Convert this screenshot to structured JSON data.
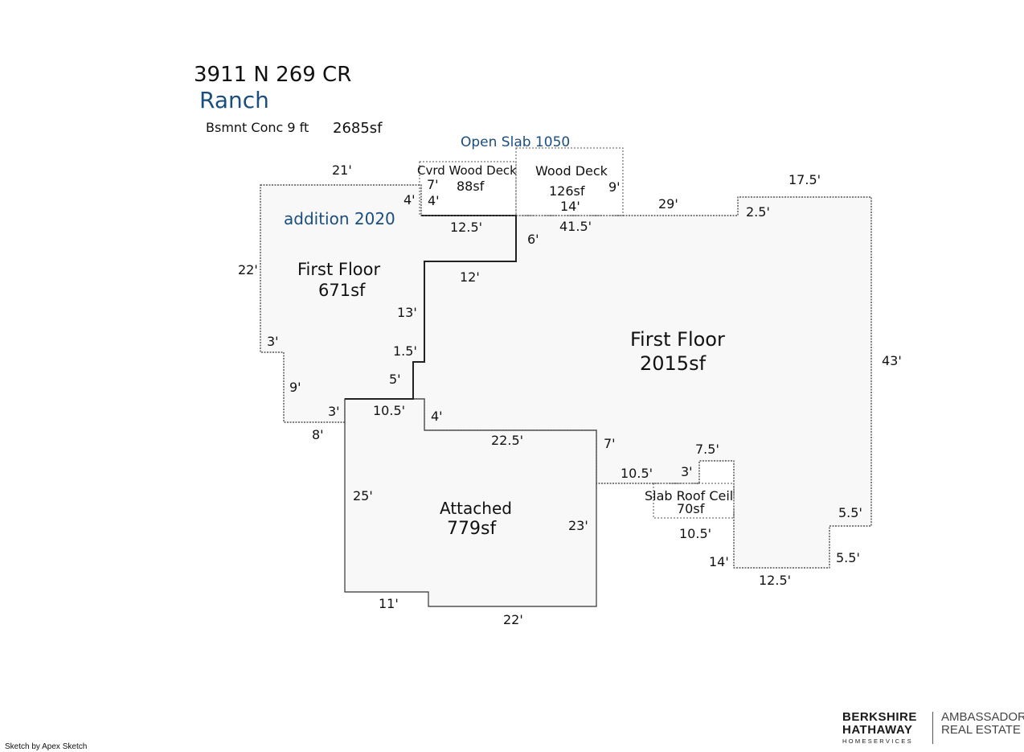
{
  "header": {
    "address": "3911 N 269 CR",
    "style": "Ranch",
    "basement": "Bsmnt Conc 9 ft",
    "basement_area": "2685sf"
  },
  "areas": {
    "open_slab": "Open Slab 1050",
    "covered_deck_label": "Cvrd Wood Deck",
    "covered_deck_area": "88sf",
    "wood_deck_label": "Wood Deck",
    "wood_deck_area": "126sf",
    "addition_note": "addition 2020",
    "addition_label": "First Floor",
    "addition_area": "671sf",
    "main_label": "First Floor",
    "main_area": "2015sf",
    "garage_label": "Attached",
    "garage_area": "779sf",
    "slab_label": "Slab Roof Ceil",
    "slab_area": "70sf"
  },
  "dimensions": {
    "d21": "21'",
    "d7": "7'",
    "d4a": "4'",
    "d4b": "4'",
    "d9": "9'",
    "d126_14": "14'",
    "d17_5": "17.5'",
    "d29": "29'",
    "d2_5": "2.5'",
    "d12_5a": "12.5'",
    "d41_5": "41.5'",
    "d6": "6'",
    "d22a": "22'",
    "d12": "12'",
    "d13": "13'",
    "d1_5": "1.5'",
    "d3a": "3'",
    "d9b": "9'",
    "d5": "5'",
    "d3b": "3'",
    "d10_5a": "10.5'",
    "d4c": "4'",
    "d8": "8'",
    "d43": "43'",
    "d22_5": "22.5'",
    "d7b": "7'",
    "d7_5": "7.5'",
    "d10_5b": "10.5'",
    "d3c": "3'",
    "d25": "25'",
    "d23": "23'",
    "d5_5a": "5.5'",
    "d10_5c": "10.5'",
    "d14": "14'",
    "d5_5b": "5.5'",
    "d12_5b": "12.5'",
    "d11": "11'",
    "d22b": "22'"
  },
  "branding": {
    "line1": "BERKSHIRE",
    "line2": "HATHAWAY",
    "line3": "HOMESERVICES",
    "right1": "AMBASSADOR",
    "right2": "REAL ESTATE"
  },
  "credit": "Sketch by Apex Sketch"
}
